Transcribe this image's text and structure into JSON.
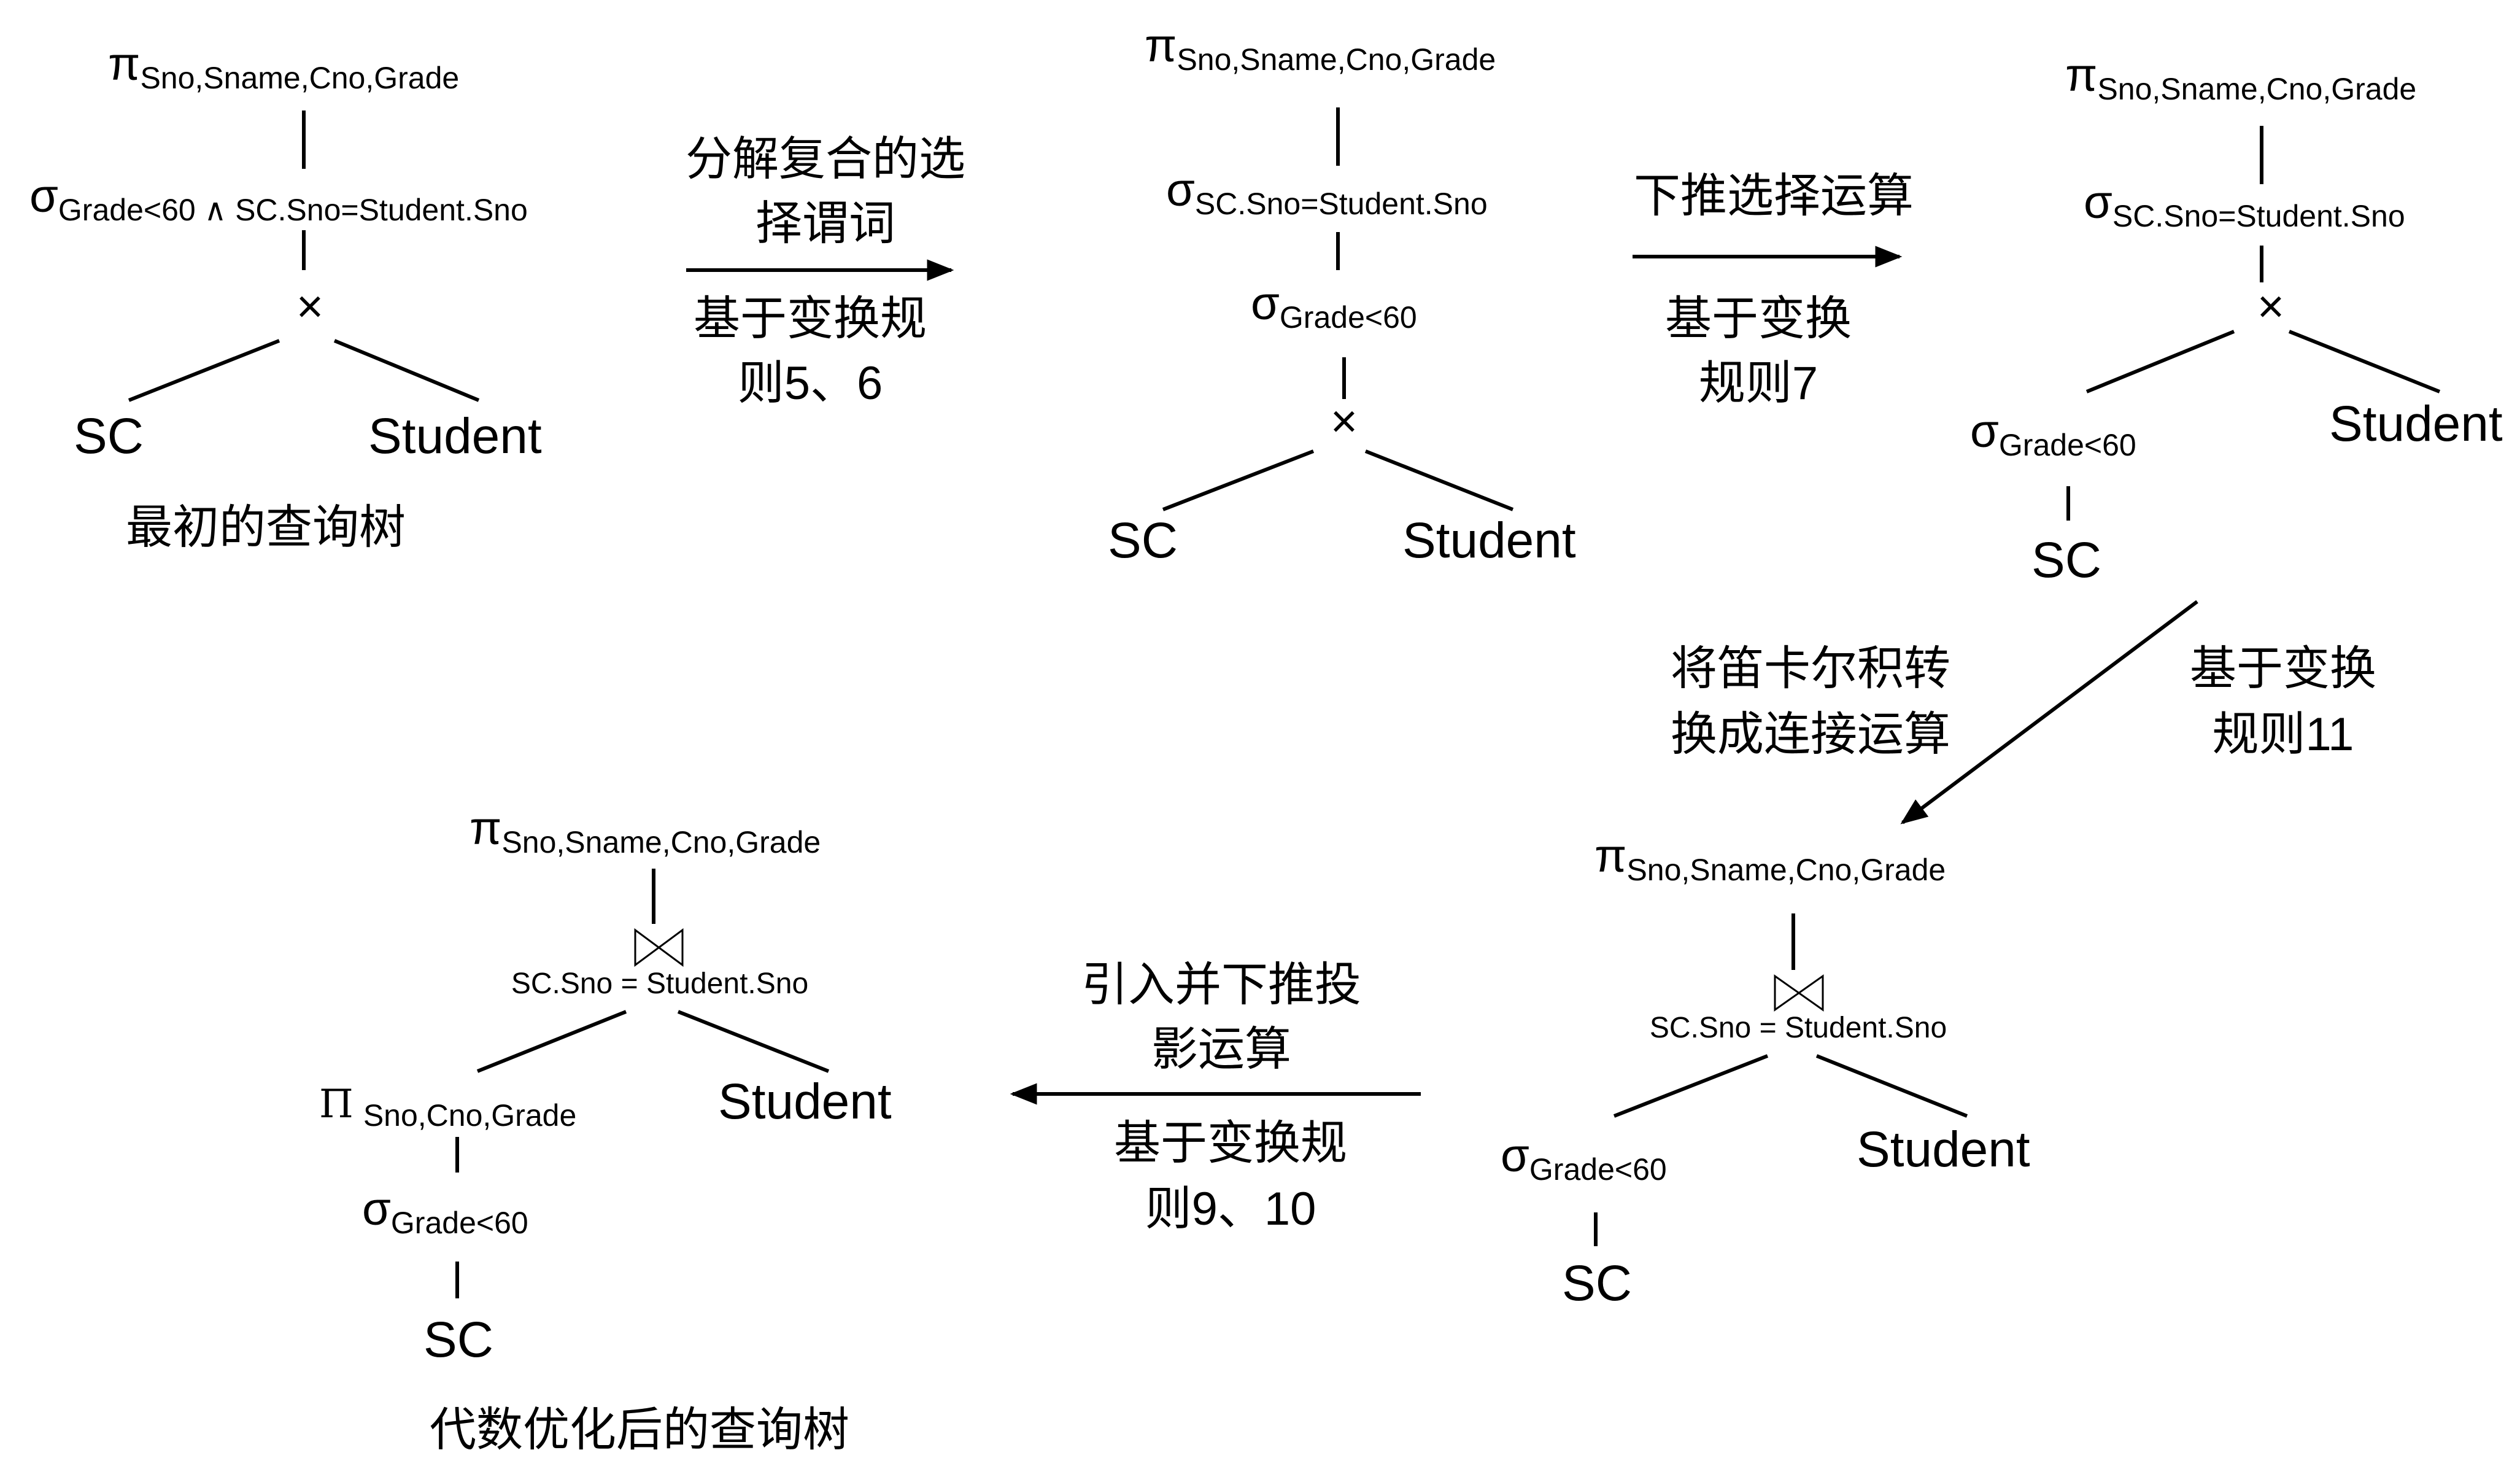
{
  "tree1": {
    "project": {
      "symbol": "π",
      "sub": "Sno,Sname,Cno,Grade"
    },
    "select": {
      "symbol": "σ",
      "sub": "Grade<60 ∧ SC.Sno=Student.Sno"
    },
    "cross": "×",
    "left": "SC",
    "right": "Student",
    "caption": "最初的查询树"
  },
  "arrow1": {
    "top": [
      "分解复合的选",
      "择谓词"
    ],
    "bottom": [
      "基于变换规",
      "则5、6"
    ]
  },
  "tree2": {
    "project": {
      "symbol": "π",
      "sub": "Sno,Sname,Cno,Grade"
    },
    "select1": {
      "symbol": "σ",
      "sub": "SC.Sno=Student.Sno"
    },
    "select2": {
      "symbol": "σ",
      "sub": "Grade<60"
    },
    "cross": "×",
    "left": "SC",
    "right": "Student"
  },
  "arrow2": {
    "top": [
      "下推选择运算"
    ],
    "bottom": [
      "基于变换",
      "规则7"
    ]
  },
  "tree3": {
    "project": {
      "symbol": "π",
      "sub": "Sno,Sname,Cno,Grade"
    },
    "select": {
      "symbol": "σ",
      "sub": "SC.Sno=Student.Sno"
    },
    "cross": "×",
    "left_select": {
      "symbol": "σ",
      "sub": "Grade<60"
    },
    "left": "SC",
    "right": "Student"
  },
  "arrow3": {
    "left": [
      "将笛卡尔积转",
      "换成连接运算"
    ],
    "right": [
      "基于变换",
      "规则11"
    ]
  },
  "tree4": {
    "project": {
      "symbol": "π",
      "sub": "Sno,Sname,Cno,Grade"
    },
    "join_cond": "SC.Sno = Student.Sno",
    "left_select": {
      "symbol": "σ",
      "sub": "Grade<60"
    },
    "left": "SC",
    "right": "Student"
  },
  "arrow4": {
    "top": [
      "引入并下推投",
      "影运算"
    ],
    "bottom": [
      "基于变换规",
      "则9、10"
    ]
  },
  "tree5": {
    "project": {
      "symbol": "π",
      "sub": "Sno,Sname,Cno,Grade"
    },
    "join_cond": "SC.Sno = Student.Sno",
    "left_project": {
      "symbol": "Π",
      "sub": "Sno,Cno,Grade"
    },
    "left_select": {
      "symbol": "σ",
      "sub": "Grade<60"
    },
    "left": "SC",
    "right": "Student",
    "caption": "代数优化后的查询树"
  }
}
